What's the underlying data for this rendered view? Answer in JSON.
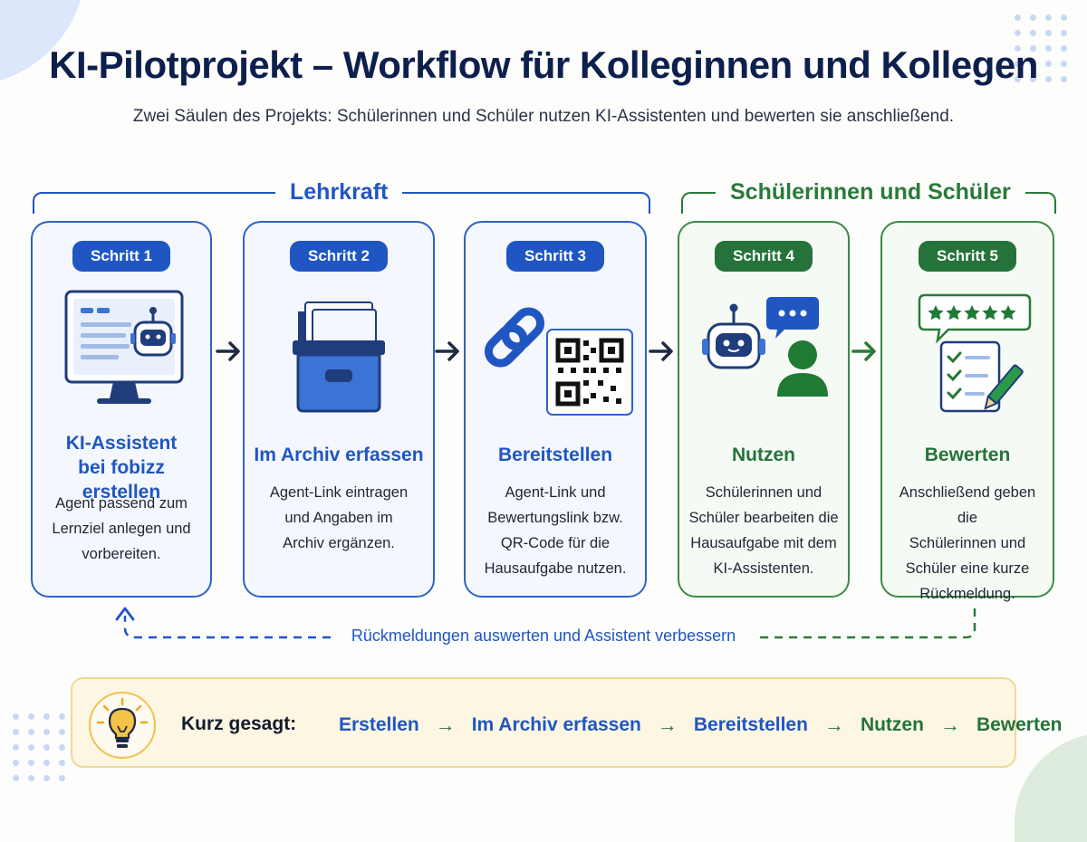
{
  "title": "KI-Pilotprojekt – Workflow für Kolleginnen und Kollegen",
  "subtitle": "Zwei Säulen des Projekts: Schülerinnen und Schüler nutzen KI-Assistenten und bewerten sie anschließend.",
  "groups": {
    "teacher": "Lehrkraft",
    "students": "Schülerinnen und Schüler"
  },
  "steps": [
    {
      "badge": "Schritt 1",
      "title": [
        "KI-Assistent",
        "bei fobizz erstellen"
      ],
      "text": [
        "Agent passend zum",
        "Lernziel anlegen und",
        "vorbereiten."
      ],
      "icon": "monitor-robot-icon"
    },
    {
      "badge": "Schritt 2",
      "title": [
        "Im Archiv erfassen"
      ],
      "text": [
        "Agent-Link eintragen",
        "und Angaben im",
        "Archiv ergänzen."
      ],
      "icon": "archive-box-icon"
    },
    {
      "badge": "Schritt 3",
      "title": [
        "Bereitstellen"
      ],
      "text": [
        "Agent-Link und",
        "Bewertungslink bzw.",
        "QR-Code für die",
        "Hausaufgabe nutzen."
      ],
      "icon": "link-qr-icon"
    },
    {
      "badge": "Schritt 4",
      "title": [
        "Nutzen"
      ],
      "text": [
        "Schülerinnen und",
        "Schüler bearbeiten die",
        "Hausaufgabe mit dem",
        "KI-Assistenten."
      ],
      "icon": "robot-chat-user-icon"
    },
    {
      "badge": "Schritt 5",
      "title": [
        "Bewerten"
      ],
      "text": [
        "Anschließend geben die",
        "Schülerinnen und",
        "Schüler eine kurze",
        "Rückmeldung."
      ],
      "icon": "stars-checklist-icon"
    }
  ],
  "feedback_loop": "Rückmeldungen auswerten und Assistent verbessern",
  "summary": {
    "label": "Kurz gesagt:",
    "flow": [
      "Erstellen",
      "Im Archiv erfassen",
      "Bereitstellen",
      "Nutzen",
      "Bewerten"
    ],
    "separator": "→"
  },
  "colors": {
    "blue": "#1f56c2",
    "green": "#25733a",
    "title": "#0d1f4d",
    "summary_bg": "#fdf6e2"
  }
}
